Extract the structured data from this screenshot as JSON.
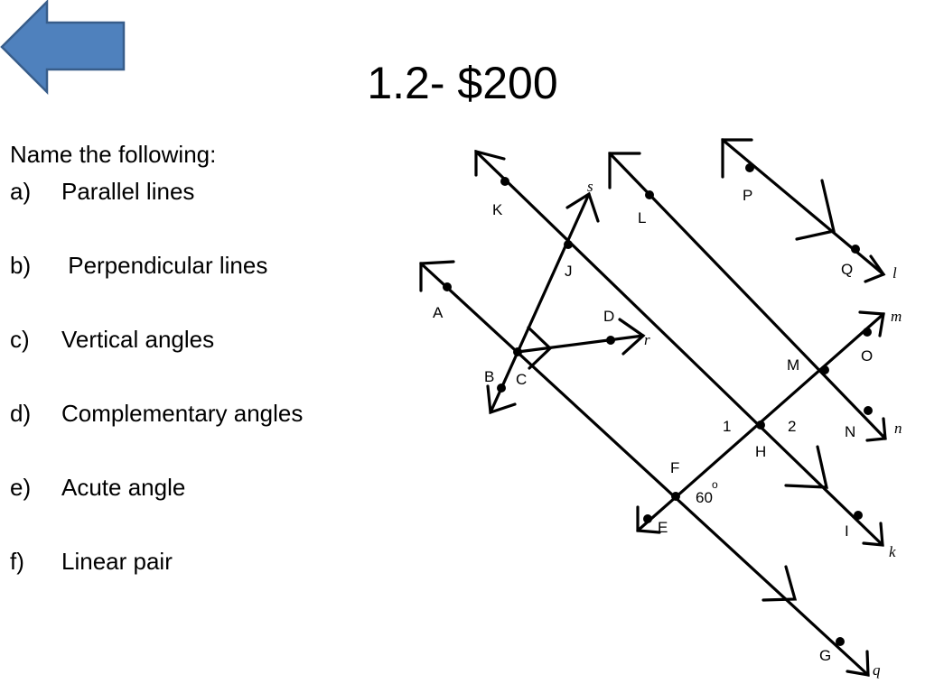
{
  "slide": {
    "title": "1.2- $200",
    "back_button_color": "#4f81bd",
    "back_button_icon": "left-arrow-icon"
  },
  "question": {
    "prompt": "Name the following:",
    "items": [
      {
        "marker": "a)",
        "text": "Parallel lines"
      },
      {
        "marker": "b)",
        "text": " Perpendicular lines"
      },
      {
        "marker": "c)",
        "text": "Vertical angles"
      },
      {
        "marker": "d)",
        "text": "Complementary angles"
      },
      {
        "marker": "e)",
        "text": "Acute angle"
      },
      {
        "marker": "f)",
        "text": "Linear pair"
      }
    ]
  },
  "figure": {
    "points": {
      "A": "A",
      "B": "B",
      "C": "C",
      "D": "D",
      "E": "E",
      "F": "F",
      "G": "G",
      "H": "H",
      "I": "I",
      "J": "J",
      "K": "K",
      "L": "L",
      "M": "M",
      "N": "N",
      "O": "O",
      "P": "P",
      "Q": "Q"
    },
    "lines": {
      "l": "l",
      "m": "m",
      "n": "n",
      "k": "k",
      "s": "s",
      "r": "r",
      "q": "q"
    },
    "angles": {
      "angle_1": "1",
      "angle_2": "2",
      "angle_60": "60",
      "degree_mark": "o"
    }
  }
}
